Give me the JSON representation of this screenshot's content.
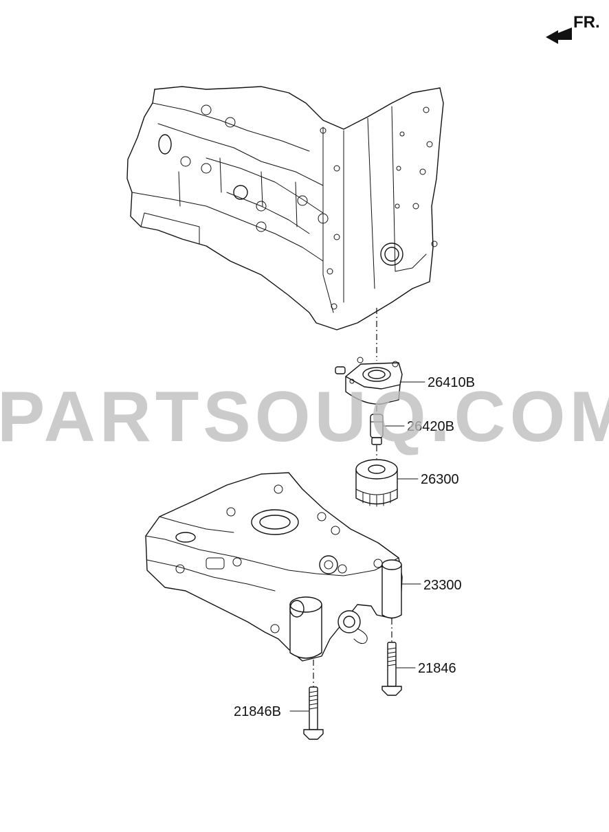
{
  "orientation": {
    "label": "FR.",
    "icon": "front-direction-arrow-icon"
  },
  "watermark": "PARTSOUQ.COM",
  "parts": [
    {
      "id": "cooler",
      "label": "26410B"
    },
    {
      "id": "connector",
      "label": "26420B"
    },
    {
      "id": "filter",
      "label": "26300"
    },
    {
      "id": "oil-pump",
      "label": "23300"
    },
    {
      "id": "bolt-right",
      "label": "21846"
    },
    {
      "id": "bolt-left",
      "label": "21846B"
    }
  ]
}
